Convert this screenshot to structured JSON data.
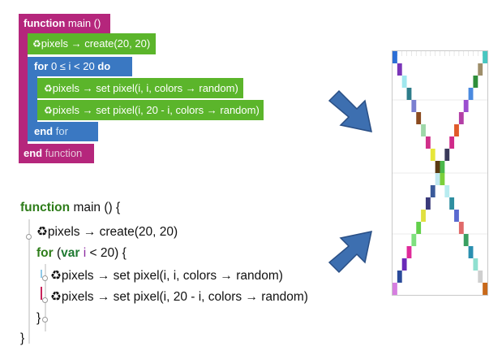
{
  "blocks": {
    "function_kw": "function",
    "function_name": "main ()",
    "create_stmt": "pixels → create(20, 20)",
    "for_kw": "for",
    "for_cond": "0 ≤ i < 20",
    "do_kw": "do",
    "set_stmt_1": "pixels → set pixel(i, i, colors → random)",
    "set_stmt_2": "pixels → set pixel(i, 20 - i, colors → random)",
    "end_kw": "end",
    "end_for": "for",
    "end_function": "function",
    "recycle_icon": "♻"
  },
  "text_code": {
    "function_kw": "function",
    "function_sig": "main () {",
    "create_stmt": "pixels → create(20, 20)",
    "for_kw": "for",
    "for_paren_open": "(",
    "var_kw": "var",
    "for_var": "i",
    "for_cond_rest": "< 20) {",
    "set_stmt_1": "pixels → set pixel(i, i, colors → random)",
    "set_stmt_2": "pixels → set pixel(i, 20 - i, colors → random)",
    "close_for": "}",
    "close_fn": "}",
    "recycle_icon": "♻"
  },
  "colors": {
    "function_block": "#b5267c",
    "for_block": "#3a78c2",
    "stmt_block": "#5bb52b",
    "arrow": "#3d6fb0",
    "keyword": "#2e7d1a"
  },
  "pixel_grid": {
    "size": 20,
    "left": [
      0,
      1,
      2,
      3,
      4,
      5,
      6,
      7,
      8,
      9,
      10,
      11,
      12,
      13,
      14,
      15,
      16,
      17,
      18,
      19
    ],
    "left_colors": [
      "#2c6fd6",
      "#7a35b8",
      "#9fe8ee",
      "#2e7d8a",
      "#7a7fd0",
      "#8a4a1f",
      "#9ed7a8",
      "#d02f8a",
      "#e6e63a",
      "#5a3a10",
      "#7bd03a",
      "#b8ecf0",
      "#2e8ea0",
      "#5a6ad0",
      "#e06a6a",
      "#3aa062",
      "#2a8fb0",
      "#8fe0d0",
      "#cfcfcf",
      "#c8691a"
    ],
    "right_colors": [
      "#48c6c0",
      "#9e8e6a",
      "#2e8e3a",
      "#4a8ae0",
      "#9b4fd0",
      "#b33fa6",
      "#e05a2a",
      "#d02a8a",
      "#3a3a5a",
      "#4ab84a",
      "#c0e8f0",
      "#3a5a9a",
      "#3a3a7a",
      "#e0e040",
      "#62d04a",
      "#7fe07f",
      "#e02a9a",
      "#6a2ab8",
      "#2a4a9a",
      "#d67ee0"
    ]
  }
}
